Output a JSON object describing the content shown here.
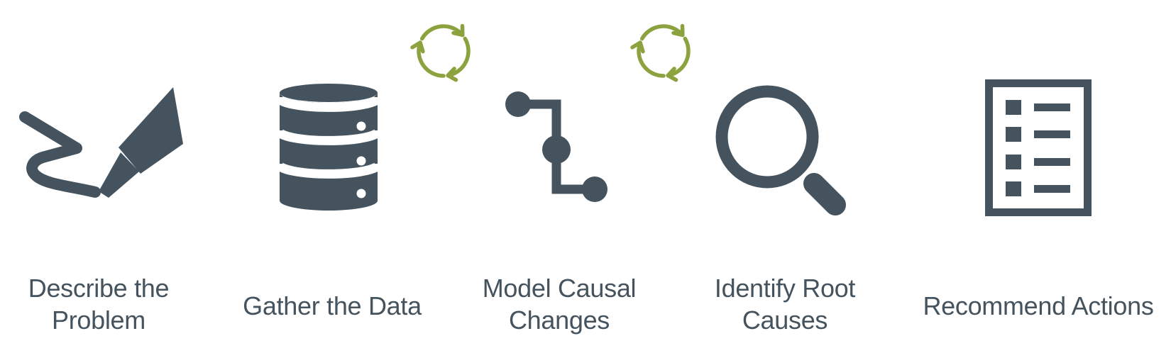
{
  "diagram": {
    "background_color": "#ffffff",
    "icon_color": "#44535e",
    "cycle_arrow_color": "#8ca23e",
    "label_color": "#44535e"
  },
  "steps": [
    {
      "icon": "pen-writing-icon",
      "label": "Describe the\nProblem"
    },
    {
      "icon": "database-icon",
      "label": "Gather the Data"
    },
    {
      "icon": "causal-chain-icon",
      "label": "Model Causal\nChanges"
    },
    {
      "icon": "magnifying-glass-icon",
      "label": "Identify Root\nCauses"
    },
    {
      "icon": "document-checklist-icon",
      "label": "Recommend Actions"
    }
  ],
  "cycle_arrows": [
    {
      "icon": "cycle-arrows-icon",
      "position": "between steps 2 and 3"
    },
    {
      "icon": "cycle-arrows-icon",
      "position": "between steps 3 and 4"
    }
  ]
}
